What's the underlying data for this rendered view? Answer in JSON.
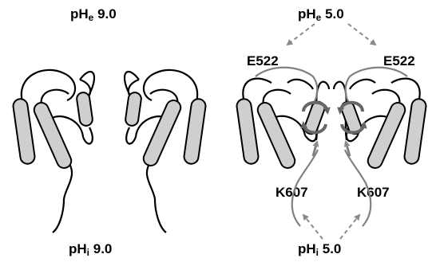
{
  "left_panel": {
    "top_label": {
      "base": "pH",
      "sub": "e",
      "value": "9.0"
    },
    "bottom_label": {
      "base": "pH",
      "sub": "i",
      "value": "9.0"
    }
  },
  "right_panel": {
    "top_label": {
      "base": "pH",
      "sub": "e",
      "value": "5.0"
    },
    "bottom_label": {
      "base": "pH",
      "sub": "i",
      "value": "5.0"
    },
    "residue_upper_left": "E522",
    "residue_upper_right": "E522",
    "residue_lower_left": "K607",
    "residue_lower_right": "K607"
  },
  "colors": {
    "helix_fill": "#cfcfcf",
    "outline": "#000000",
    "gray_chain": "#808080",
    "arrow_gray": "#8a8a8a",
    "rotation_arrow": "#666666"
  }
}
